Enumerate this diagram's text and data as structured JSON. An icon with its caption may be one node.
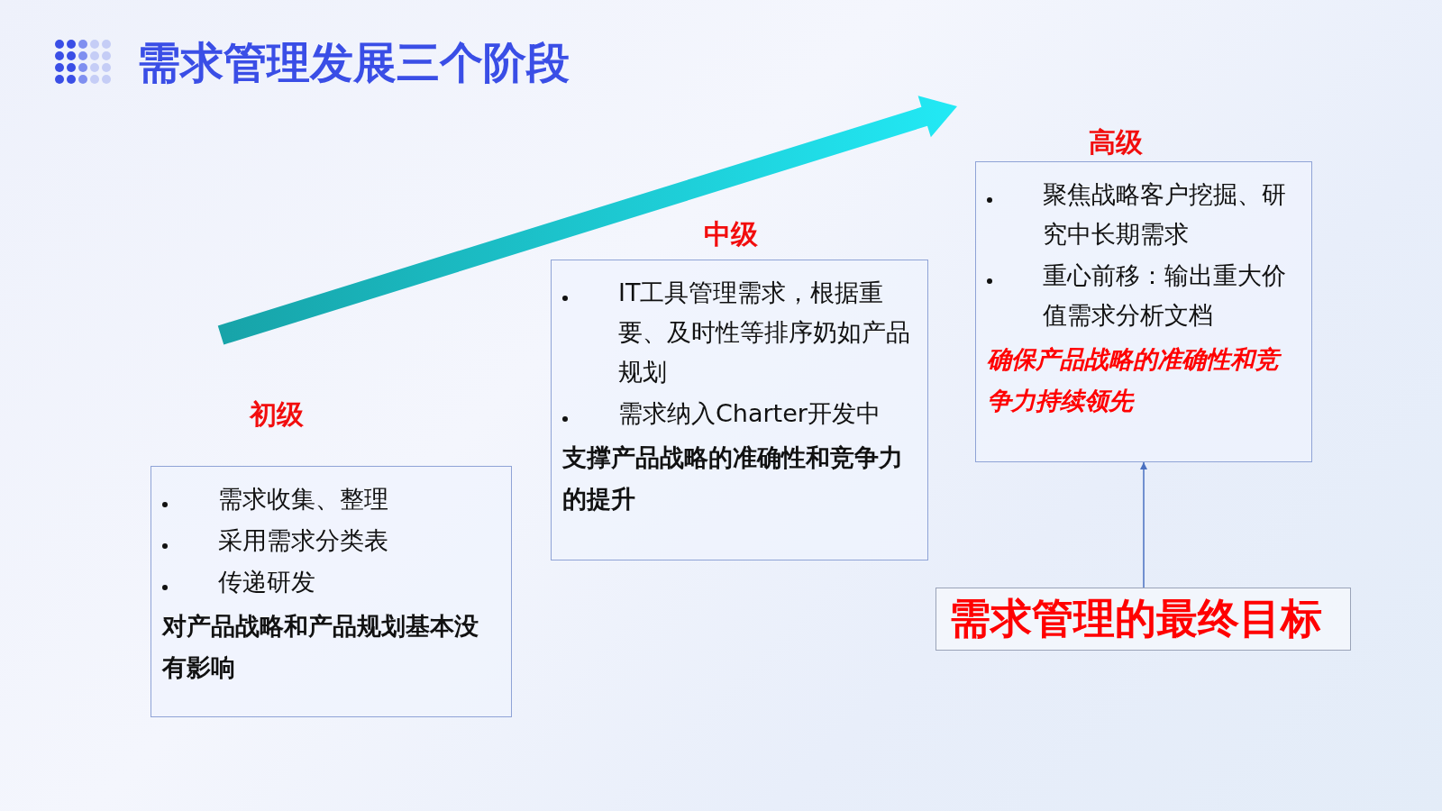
{
  "diagram": {
    "title": "需求管理发展三个阶段",
    "nodes": [
      {
        "text": [
          "初级",
          "需求收集、整理",
          "采用需求分类表",
          "传递研发",
          "对产品战略和产品规划基本没有影响"
        ]
      },
      {
        "text": [
          "中级",
          "IT工具管理需求，根据重要、及时性等排序奶如产品规划",
          "需求纳入Charter开发中",
          "支撑产品战略的准确性和竞争力的提升"
        ]
      },
      {
        "text": [
          "高级",
          "聚焦战略客户挖掘、研究中长期需求",
          "重心前移：输出重大价值需求分析文档",
          "确保产品战略的准确性和竞争力持续领先"
        ]
      },
      {
        "text": [
          "需求管理的最终目标"
        ]
      }
    ],
    "edges": [
      {
        "from": 3,
        "to": 2,
        "arrow": "to"
      }
    ]
  }
}
